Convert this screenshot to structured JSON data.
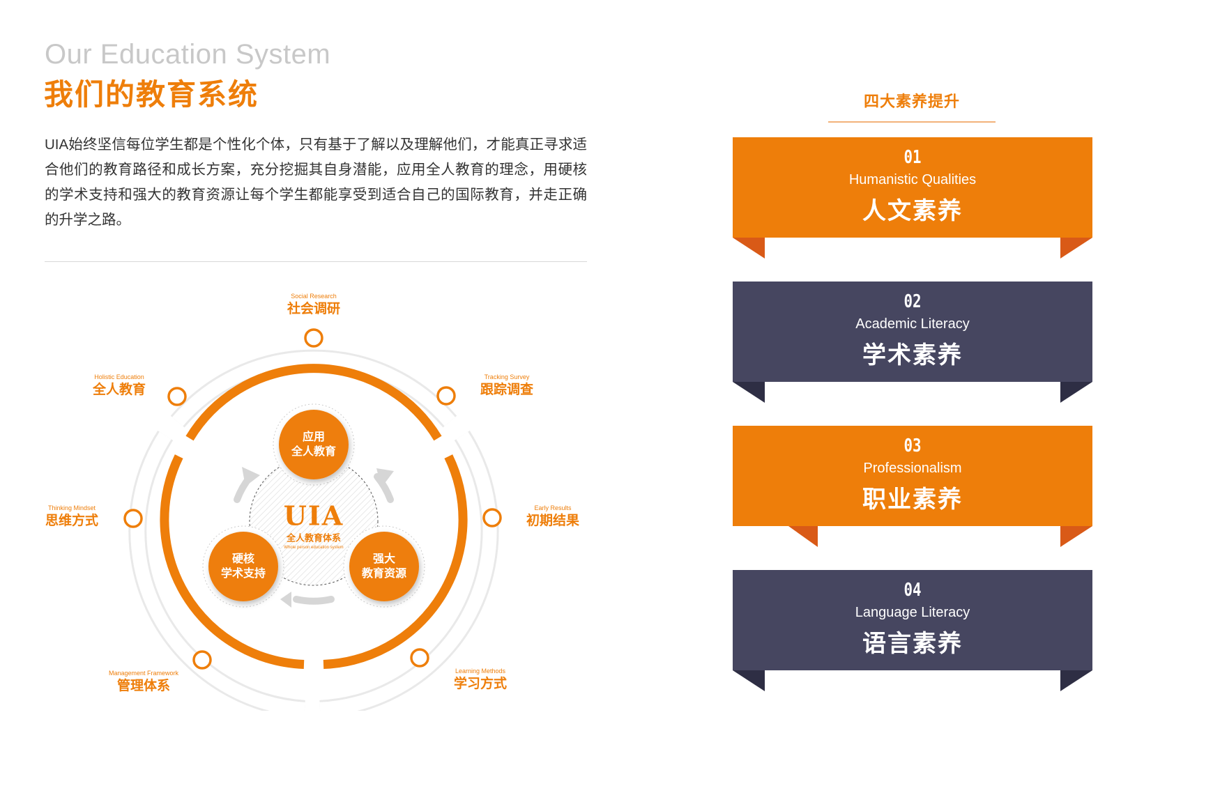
{
  "header": {
    "title_en": "Our Education System",
    "title_cn": "我们的教育系统",
    "intro": "UIA始终坚信每位学生都是个性化个体，只有基于了解以及理解他们，才能真正寻求适合他们的教育路径和成长方案，充分挖掘其自身潜能，应用全人教育的理念，用硬核的学术支持和强大的教育资源让每个学生都能享受到适合自己的国际教育，并走正确的升学之路。"
  },
  "diagram": {
    "hub": {
      "title": "UIA",
      "subtitle": "全人教育体系",
      "subtitle_en": "Whole person education system"
    },
    "inner": [
      {
        "line1": "应用",
        "line2": "全人教育"
      },
      {
        "line1": "硬核",
        "line2": "学术支持"
      },
      {
        "line1": "强大",
        "line2": "教育资源"
      }
    ],
    "outer": [
      {
        "en": "Social Research",
        "cn": "社会调研"
      },
      {
        "en": "Tracking Survey",
        "cn": "跟踪调查"
      },
      {
        "en": "Early Results",
        "cn": "初期结果"
      },
      {
        "en": "Learning Methods",
        "cn": "学习方式"
      },
      {
        "en": "Management Framework",
        "cn": "管理体系"
      },
      {
        "en": "Thinking Mindset",
        "cn": "思维方式"
      },
      {
        "en": "Holistic Education",
        "cn": "全人教育"
      }
    ],
    "colors": {
      "accent": "#ee7e0a",
      "ring_gray": "#e6e6e6"
    }
  },
  "qualities": {
    "heading": "四大素养提升",
    "items": [
      {
        "num": "01",
        "en": "Humanistic Qualities",
        "cn": "人文素养",
        "color": "#ee7e0a",
        "fold": "#d95a17"
      },
      {
        "num": "02",
        "en": "Academic Literacy",
        "cn": "学术素养",
        "color": "#464660",
        "fold": "#2e2e44"
      },
      {
        "num": "03",
        "en": "Professionalism",
        "cn": "职业素养",
        "color": "#ee7e0a",
        "fold": "#d95a17"
      },
      {
        "num": "04",
        "en": "Language Literacy",
        "cn": "语言素养",
        "color": "#464660",
        "fold": "#2e2e44"
      }
    ]
  }
}
